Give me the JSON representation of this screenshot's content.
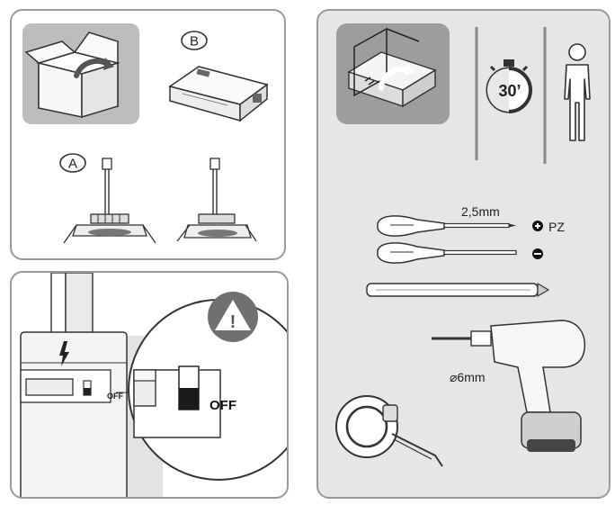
{
  "contents": {
    "component_b_label": "B",
    "component_a_label": "A"
  },
  "power": {
    "switch_small_label": "OFF",
    "switch_large_label": "OFF",
    "warning_symbol": "!"
  },
  "tools": {
    "time_value": "30’",
    "screwdriver_pz_size": "2,5mm",
    "screwdriver_pz_type": "PZ",
    "drill_bit": "⌀6mm"
  },
  "icons": {
    "open-box": "open-box-icon",
    "driver": "driver-box-icon",
    "lamp": "downlight-icon",
    "lightning": "lightning-icon",
    "warning": "warning-icon",
    "installation": "ceiling-cutout-icon",
    "stopwatch": "stopwatch-icon",
    "person": "person-icon",
    "screwdriver": "screwdriver-icon",
    "pencil": "pencil-icon",
    "drill": "cordless-drill-icon",
    "tape": "tape-measure-icon"
  }
}
